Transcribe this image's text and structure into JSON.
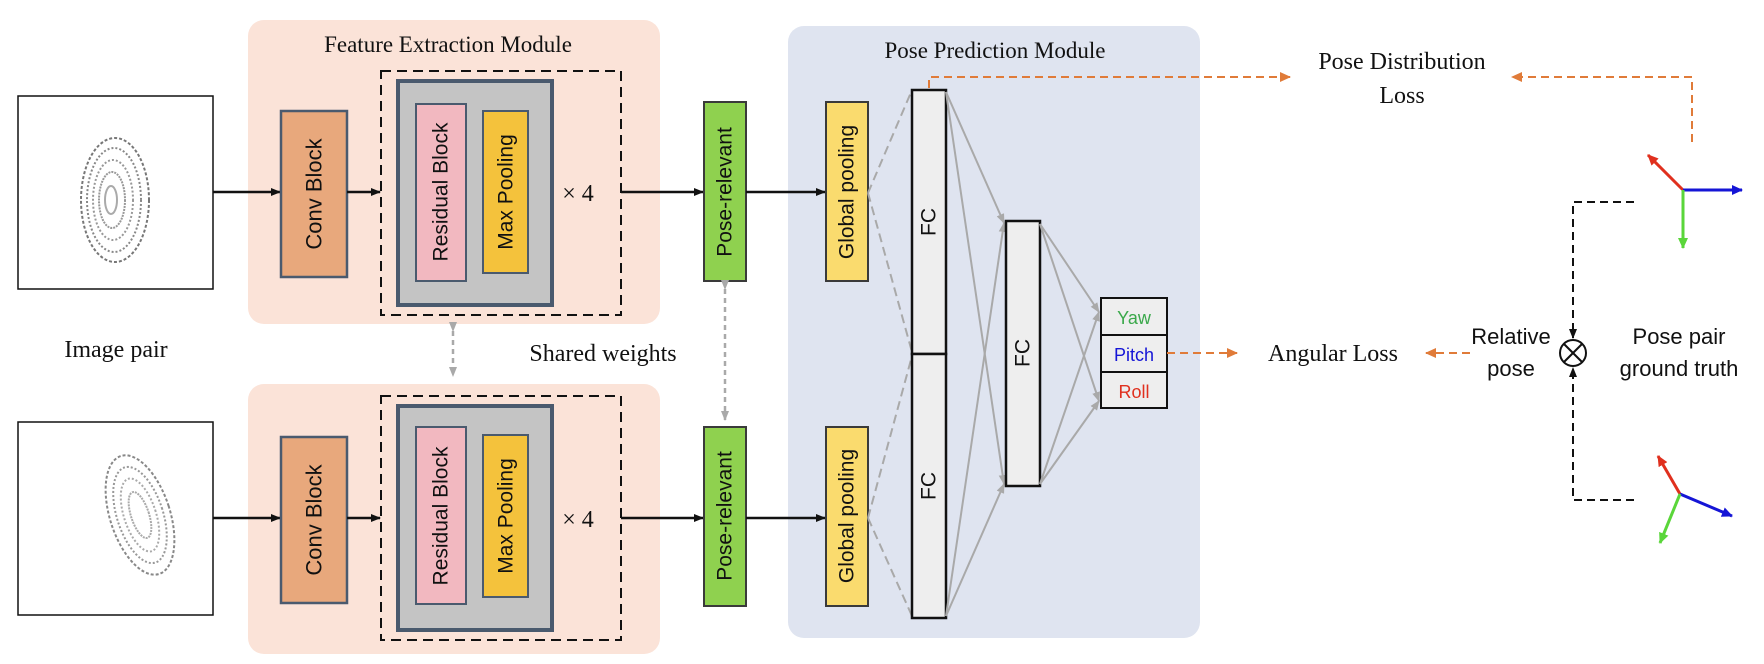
{
  "modules": {
    "feature_extraction": "Feature Extraction Module",
    "pose_prediction": "Pose Prediction Module"
  },
  "labels": {
    "image_pair": "Image pair",
    "shared_weights": "Shared weights",
    "pose_distribution_loss_line1": "Pose Distribution",
    "pose_distribution_loss_line2": "Loss",
    "angular_loss": "Angular Loss",
    "relative_pose_line1": "Relative",
    "relative_pose_line2": "pose",
    "pose_pair_line1": "Pose pair",
    "pose_pair_line2": "ground truth"
  },
  "blocks": {
    "conv_block": "Conv Block",
    "residual_block": "Residual Block",
    "max_pooling": "Max Pooling",
    "times4": "× 4",
    "pose_relevant": "Pose-relevant",
    "global_pooling": "Global pooling",
    "fc": "FC"
  },
  "outputs": {
    "yaw": "Yaw",
    "pitch": "Pitch",
    "roll": "Roll"
  },
  "colors": {
    "feature_bg": "#fbe3d8",
    "pose_bg": "#dfe4f0",
    "conv": "#e8a87c",
    "residual": "#f2b8c0",
    "maxpool": "#f4c23c",
    "pose_relevant": "#8fd14f",
    "global_pool": "#fadb6e",
    "fc": "#eeeeee",
    "gray_inner": "#c4c4c4",
    "orange_dash": "#e07b39",
    "yaw": "#3aa84a",
    "pitch": "#1515d6",
    "roll": "#e0301e"
  }
}
